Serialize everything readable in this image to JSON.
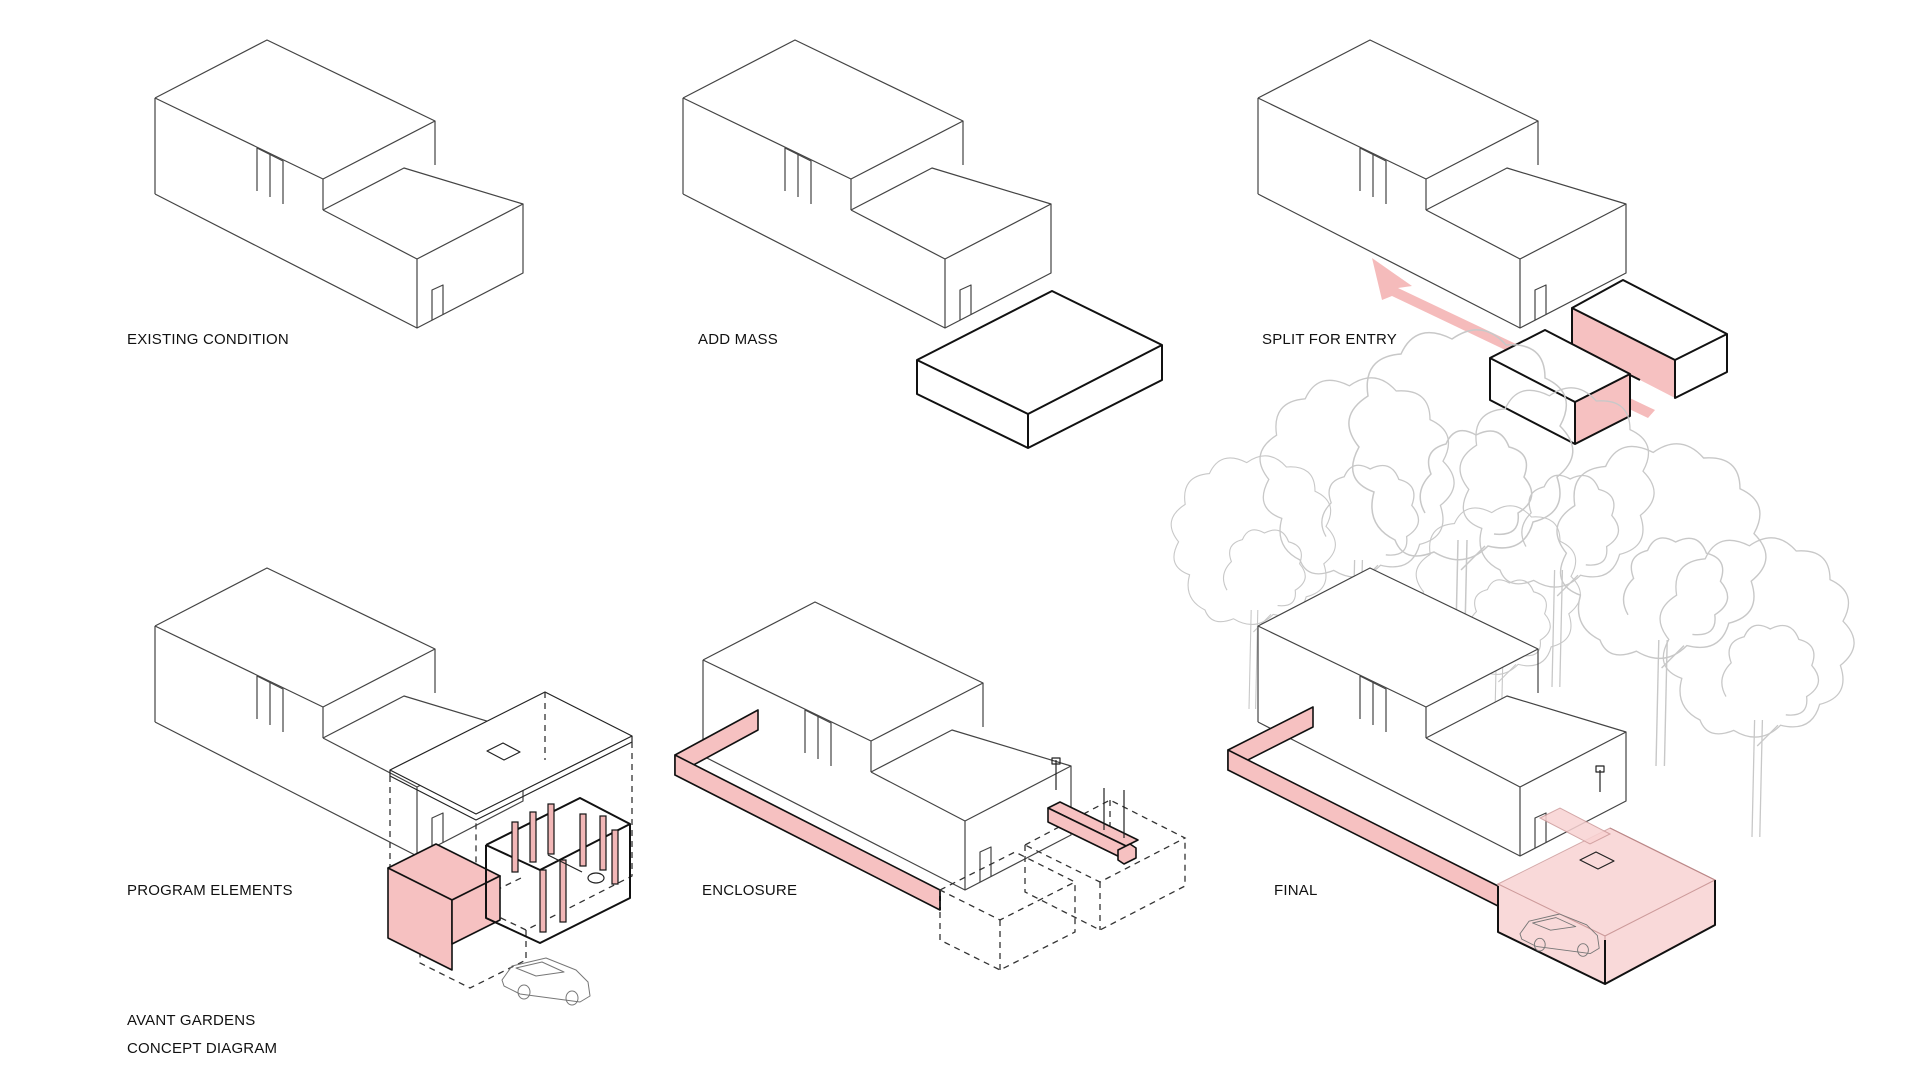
{
  "panels": [
    {
      "id": "p1",
      "label": "EXISTING CONDITION"
    },
    {
      "id": "p2",
      "label": "ADD MASS"
    },
    {
      "id": "p3",
      "label": "SPLIT FOR ENTRY"
    },
    {
      "id": "p4",
      "label": "PROGRAM ELEMENTS"
    },
    {
      "id": "p5",
      "label": "ENCLOSURE"
    },
    {
      "id": "p6",
      "label": "FINAL"
    }
  ],
  "footer": {
    "line1": "AVANT GARDENS",
    "line2": "CONCEPT DIAGRAM"
  },
  "colors": {
    "accent": "#f6c1c1",
    "line": "#222222",
    "tree": "#c8c8c8"
  }
}
